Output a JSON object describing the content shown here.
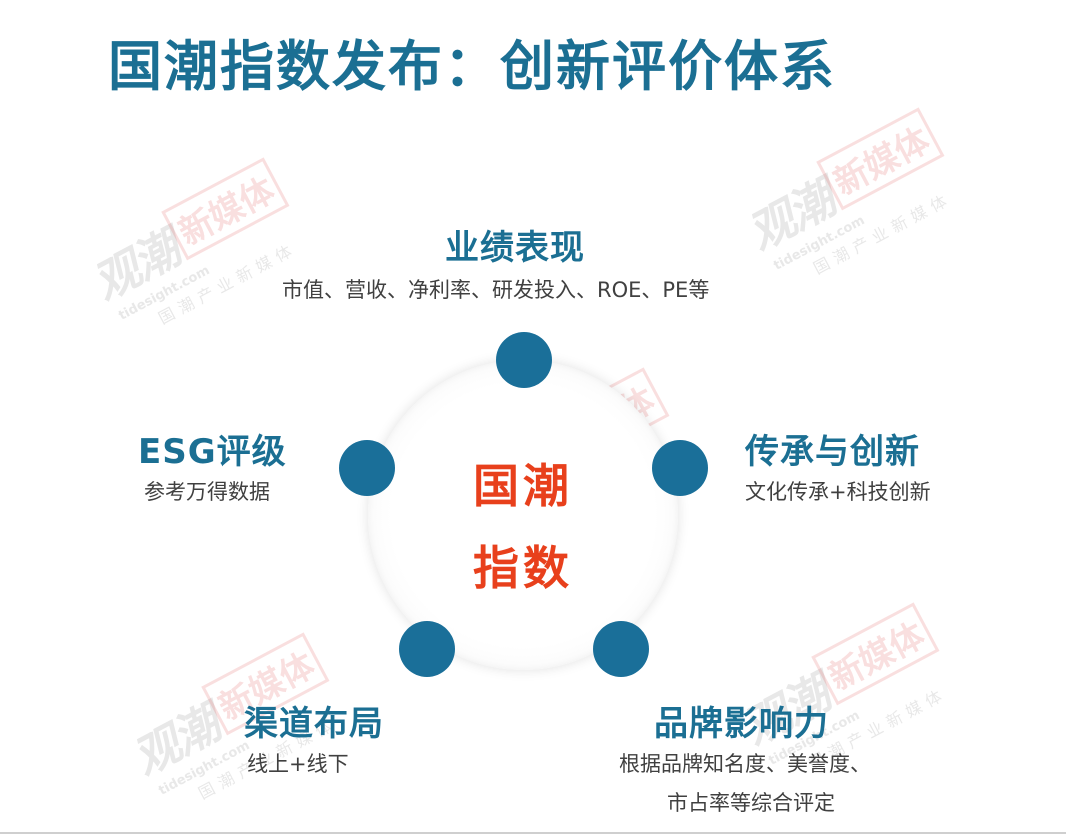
{
  "title": "国潮指数发布：创新评价体系",
  "watermark": {
    "main": "观潮",
    "badge": "新媒体",
    "url": "tidesight.com",
    "sub": "国潮产业新媒体"
  },
  "center": {
    "line1": "国潮",
    "line2": "指数"
  },
  "blocks": {
    "top": {
      "title": "业绩表现",
      "desc": "市值、营收、净利率、研发投入、ROE、PE等"
    },
    "right": {
      "title": "传承与创新",
      "desc": "文化传承+科技创新"
    },
    "bottom_right": {
      "title": "品牌影响力",
      "desc_line1": "根据品牌知名度、美誉度、",
      "desc_line2": "市占率等综合评定"
    },
    "bottom_left": {
      "title": "渠道布局",
      "desc": "线上+线下"
    },
    "left": {
      "title": "ESG评级",
      "desc": "参考万得数据"
    }
  },
  "colors": {
    "title_blue": "#1b6f93",
    "node_blue": "#1a6f99",
    "center_red": "#e8401c"
  }
}
